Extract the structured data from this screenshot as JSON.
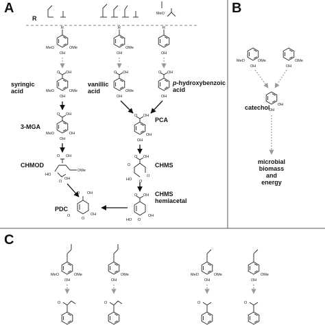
{
  "panels": {
    "a": "A",
    "b": "B",
    "c": "C"
  },
  "header": {
    "r_label": "R",
    "meo": "MeO"
  },
  "atoms": {
    "r": "R",
    "meo": "MeO",
    "ome": "OMe",
    "oh": "OH",
    "o": "O",
    "ho": "HO"
  },
  "panel_a": {
    "compounds": {
      "syringic": "syringic\nacid",
      "vanillic": "vanillic\nacid",
      "phba_italic": "p",
      "phba": "-hydroxybenzoic",
      "phba2": "acid",
      "mga": "3-MGA",
      "pca": "PCA",
      "chmod": "CHMOD",
      "chms": "CHMS",
      "chms_h1": "CHMS",
      "chms_h2": "hemiacetal",
      "pdc": "PDC"
    }
  },
  "panel_b": {
    "catechol": "catechol",
    "outcome": [
      "microbial",
      "biomass",
      "and",
      "energy"
    ]
  },
  "colors": {
    "solid_arrow": "#111111",
    "gray_arrow": "#999999",
    "frame": "#555555"
  }
}
